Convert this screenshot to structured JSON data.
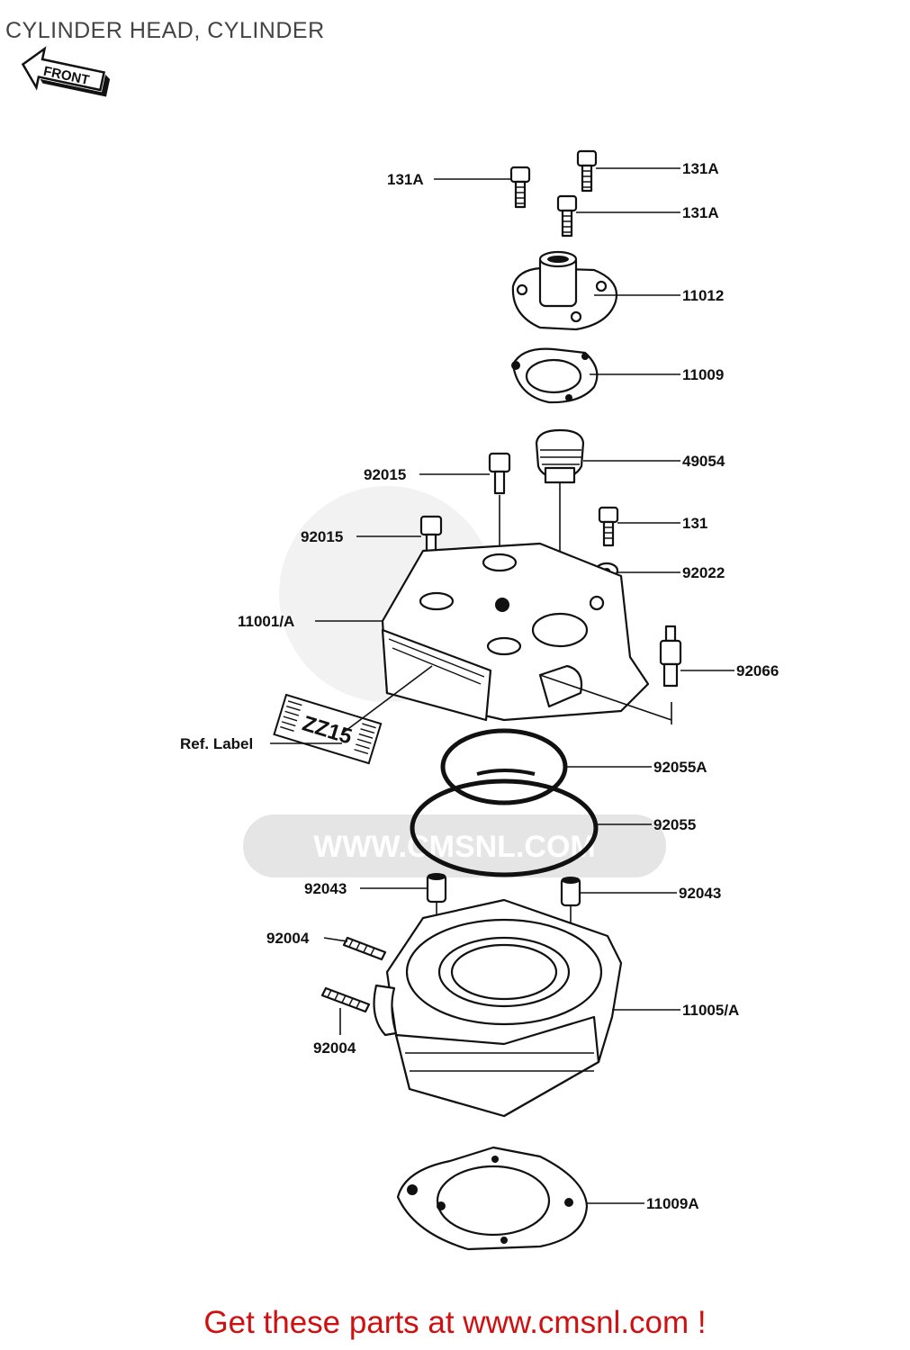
{
  "title": "CYLINDER HEAD, CYLINDER",
  "front_arrow_text": "FRONT",
  "watermark_text": "WWW.CMSNL.COM",
  "footer": "Get these parts at www.cmsnl.com !",
  "colors": {
    "footer": "#d01010",
    "ink": "#111111",
    "watermark": "#cfcfcf"
  },
  "parts": {
    "bolt_131A_left": "131A",
    "bolt_131A_top_right": "131A",
    "bolt_131A_mid_right": "131A",
    "cover_11012": "11012",
    "gasket_11009": "11009",
    "thermostat_49054": "49054",
    "stud_92015_upper": "92015",
    "stud_92015_lower": "92015",
    "bolt_131": "131",
    "washer_92022": "92022",
    "head_11001A": "11001/A",
    "sensor_92066": "92066",
    "ref_label": "Ref. Label",
    "oring_92055A": "92055A",
    "oring_92055": "92055",
    "dowel_92043_left": "92043",
    "dowel_92043_right": "92043",
    "stud_92004_upper": "92004",
    "stud_92004_lower": "92004",
    "cylinder_11005A": "11005/A",
    "base_gasket_11009A": "11009A"
  },
  "ref_label_plate_text": "ZZ15"
}
